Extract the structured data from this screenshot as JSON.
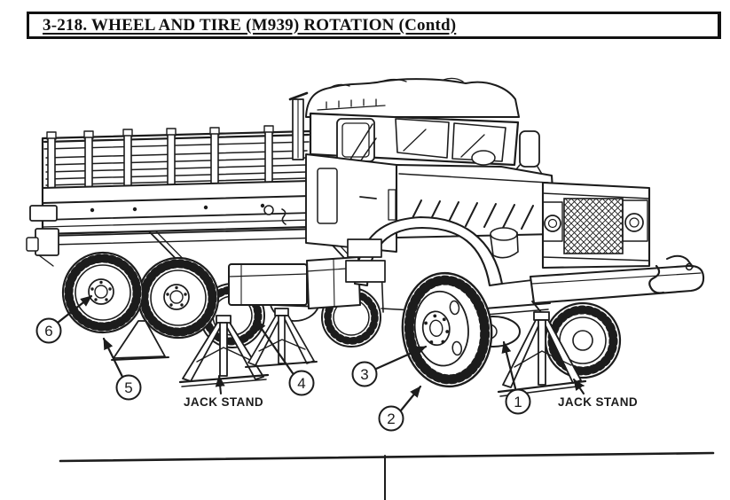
{
  "header": {
    "title": "3-218. WHEEL AND TIRE (M939) ROTATION (Contd)"
  },
  "figure": {
    "type": "technical-illustration",
    "subject": "M939 series cargo truck raised on jack stands for wheel and tire rotation",
    "callouts": [
      {
        "number": "1"
      },
      {
        "number": "2"
      },
      {
        "number": "3"
      },
      {
        "number": "4"
      },
      {
        "number": "5"
      },
      {
        "number": "6"
      }
    ],
    "labels": {
      "jack_stand_rear": "JACK STAND",
      "jack_stand_front": "JACK STAND"
    }
  },
  "colors": {
    "ink": "#1c1c1c",
    "paper": "#ffffff"
  }
}
